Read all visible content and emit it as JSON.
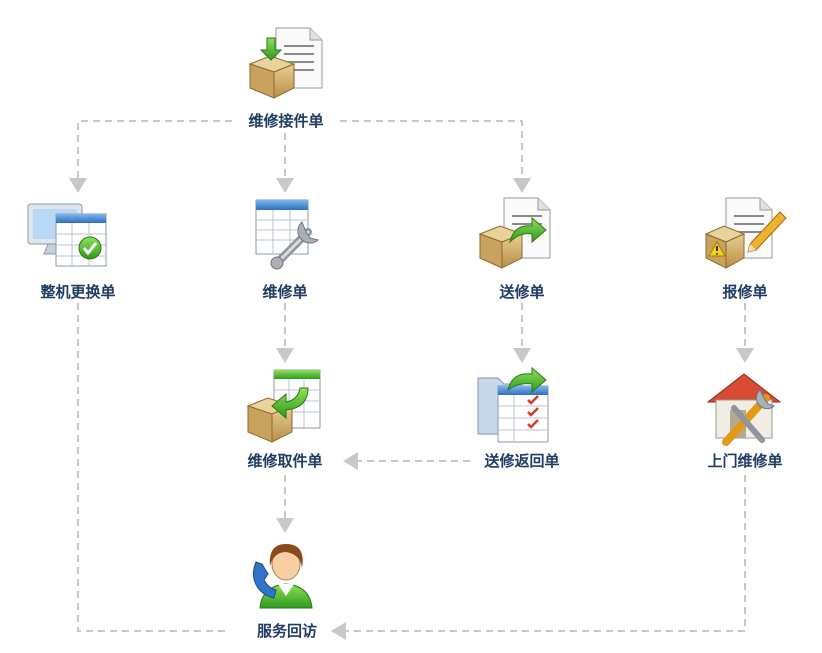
{
  "nodes": {
    "repair_receipt": {
      "label": "维修接件单",
      "icon": "package-document-icon"
    },
    "machine_replacement": {
      "label": "整机更换单",
      "icon": "monitor-spreadsheet-check-icon"
    },
    "repair_order": {
      "label": "维修单",
      "icon": "spreadsheet-wrench-icon"
    },
    "send_repair": {
      "label": "送修单",
      "icon": "package-document-arrow-icon"
    },
    "report_repair": {
      "label": "报修单",
      "icon": "document-warning-pencil-icon"
    },
    "repair_pickup": {
      "label": "维修取件单",
      "icon": "package-spreadsheet-arrow-icon"
    },
    "send_repair_return": {
      "label": "送修返回单",
      "icon": "folder-checklist-arrow-icon"
    },
    "onsite_repair": {
      "label": "上门维修单",
      "icon": "house-tools-icon"
    },
    "service_followup": {
      "label": "服务回访",
      "icon": "customer-service-phone-icon"
    }
  },
  "colors": {
    "connector": "#c8c8c8",
    "label": "#1f3d63"
  }
}
